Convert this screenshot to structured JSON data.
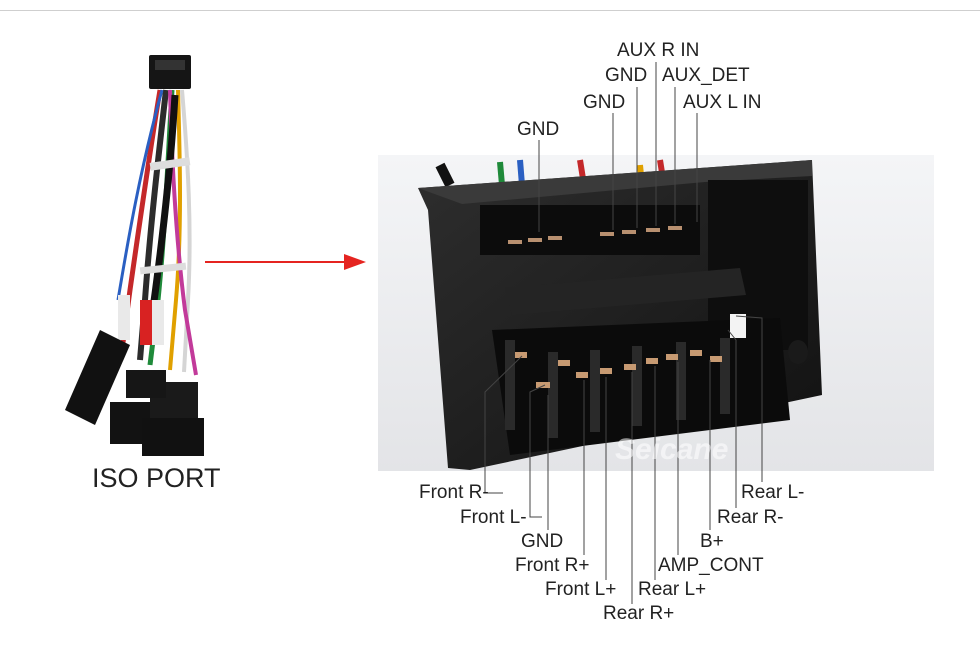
{
  "left": {
    "title": "ISO PORT"
  },
  "watermark": "Seicane",
  "top_labels": {
    "aux_r_in": "AUX R IN",
    "gnd_1": "GND",
    "aux_det": "AUX_DET",
    "gnd_2": "GND",
    "aux_l_in": "AUX L IN",
    "gnd_3": "GND"
  },
  "bottom_labels": {
    "front_r_minus": "Front R-",
    "front_l_minus": "Front L-",
    "gnd": "GND",
    "front_r_plus": "Front R+",
    "front_l_plus": "Front L+",
    "rear_r_plus": "Rear R+",
    "rear_l_plus": "Rear L+",
    "amp_cont": "AMP_CONT",
    "b_plus": "B+",
    "rear_r_minus": "Rear R-",
    "rear_l_minus": "Rear L-"
  },
  "colors": {
    "arrow": "#e52420",
    "connector": "#1d1d1d",
    "leader": "#444444"
  }
}
